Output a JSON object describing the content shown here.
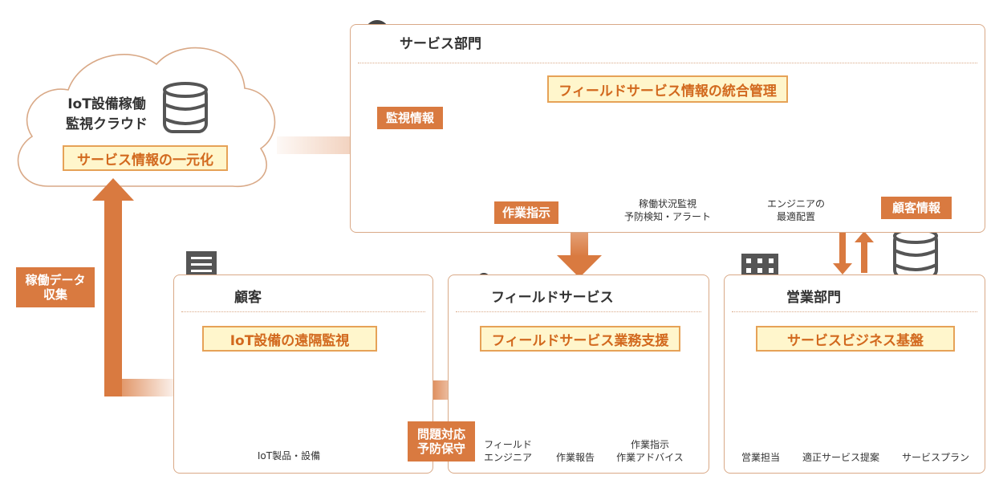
{
  "cloud": {
    "title_line1": "IoT設備稼働",
    "title_line2": "監視クラウド",
    "highlight": "サービス情報の一元化"
  },
  "service_dept": {
    "title": "サービス部門",
    "highlight": "フィールドサービス情報の統合管理",
    "monitor_caption_line1": "稼働状況監視",
    "monitor_caption_line2": "予防検知・アラート",
    "engineer_caption_line1": "エンジニアの",
    "engineer_caption_line2": "最適配置"
  },
  "customer": {
    "title": "顧客",
    "highlight": "IoT設備の遠隔監視",
    "caption": "IoT製品・設備"
  },
  "field_service": {
    "title": "フィールドサービス",
    "highlight": "フィールドサービス業務支援",
    "engineer_caption_line1": "フィールド",
    "engineer_caption_line2": "エンジニア",
    "report_caption": "作業報告",
    "instruct_caption_line1": "作業指示",
    "instruct_caption_line2": "作業アドバイス"
  },
  "sales_dept": {
    "title": "営業部門",
    "highlight": "サービスビジネス基盤",
    "person_caption": "営業担当",
    "proposal_caption": "適正サービス提案",
    "plan_caption": "サービスプラン"
  },
  "tags": {
    "monitoring_info": "監視情報",
    "work_instruction": "作業指示",
    "customer_info": "顧客情報",
    "operation_data_line1": "稼働データ",
    "operation_data_line2": "収集",
    "problem_line1": "問題対応",
    "problem_line2": "予防保守"
  },
  "colors": {
    "accent": "#d97a40",
    "panel_border": "#d9a987",
    "highlight_bg": "#fff6cc",
    "highlight_text": "#d2691e",
    "icon_gray": "#8a8a8a",
    "alert_red": "#e08080"
  }
}
